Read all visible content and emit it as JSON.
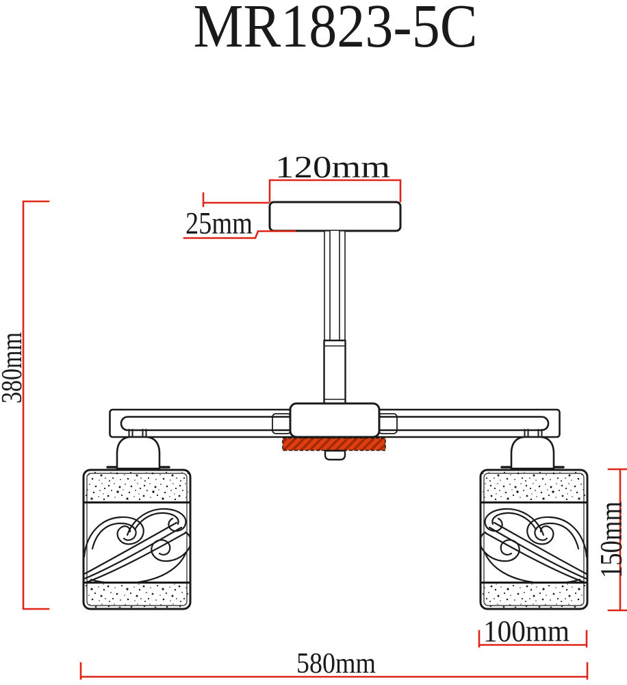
{
  "title": "MR1823-5C",
  "labels": {
    "canopy_width": "120mm",
    "canopy_thickness": "25mm",
    "fixture_height": "380mm",
    "shade_height": "150mm",
    "shade_width": "100mm",
    "fixture_width": "580mm"
  },
  "colors": {
    "background": "#ffffff",
    "line": "#1a1a1a",
    "dimension_red": "#e02517",
    "wood_orange": "#d8932e",
    "wood_hatch": "#7a4c10",
    "plate_red": "#dd3f12",
    "plate_hatch": "#a22806"
  }
}
